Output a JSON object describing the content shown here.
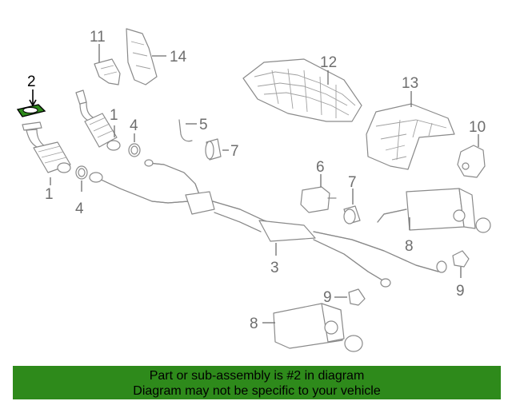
{
  "callouts": {
    "c2": "2",
    "c1a": "1",
    "c1b": "1",
    "c4a": "4",
    "c4b": "4",
    "c11": "11",
    "c14": "14",
    "c5": "5",
    "c7a": "7",
    "c7b": "7",
    "c12": "12",
    "c13": "13",
    "c10": "10",
    "c6": "6",
    "c8a": "8",
    "c8b": "8",
    "c3": "3",
    "c9a": "9",
    "c9b": "9"
  },
  "highlighted_part": "2",
  "colors": {
    "banner": "#2e8a1b",
    "highlight_part": "#2e8a1b"
  },
  "banner": {
    "line1": "Part or sub-assembly is #2 in diagram",
    "line2": "Diagram may not be specific to your vehicle"
  }
}
